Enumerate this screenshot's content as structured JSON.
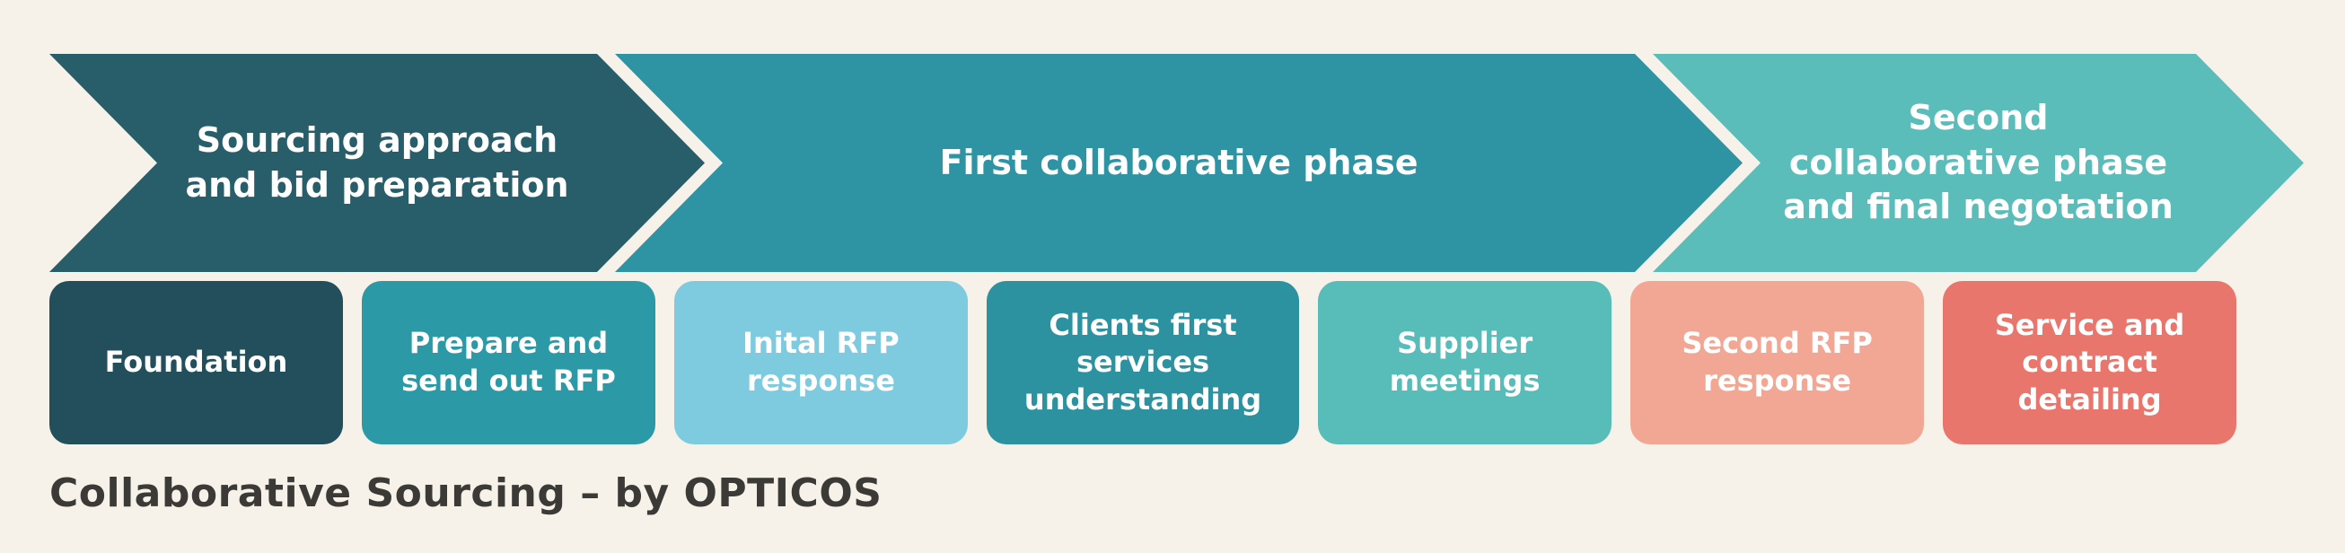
{
  "background_color": "#F7F2E9",
  "caption": "Collaborative Sourcing – by OPTICOS",
  "caption_color": "#3B3A37",
  "phases": [
    {
      "label": "Sourcing approach and bid preparation",
      "color": "#275E69"
    },
    {
      "label": "First collaborative phase",
      "color": "#2E93A2"
    },
    {
      "label": "Second collaborative phase and final negotation",
      "color": "#5BBDBA"
    }
  ],
  "steps": [
    {
      "label": "Foundation",
      "color": "#224F5B"
    },
    {
      "label": "Prepare and send out RFP",
      "color": "#2C99A6"
    },
    {
      "label": "Inital RFP response",
      "color": "#7ECADF"
    },
    {
      "label": "Clients first services understanding",
      "color": "#2D92A0"
    },
    {
      "label": "Supplier meetings",
      "color": "#58BCB8"
    },
    {
      "label": "Second RFP response",
      "color": "#F2A795"
    },
    {
      "label": "Service and contract detailing",
      "color": "#E8766C"
    }
  ]
}
